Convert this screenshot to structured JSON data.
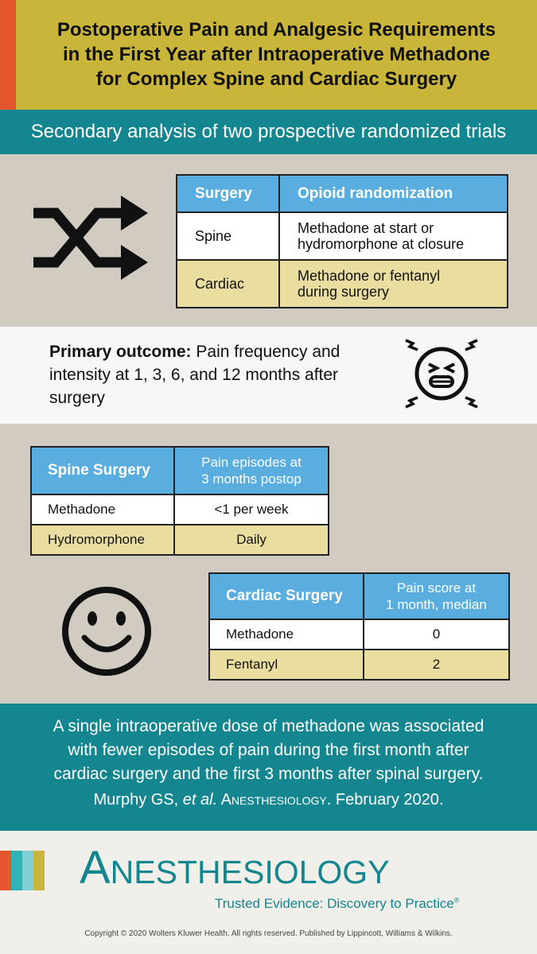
{
  "title": {
    "lines": [
      "Postoperative Pain and Analgesic Requirements",
      "in the First Year after Intraoperative Methadone",
      "for Complex Spine and Cardiac Surgery"
    ]
  },
  "subtitle": "Secondary analysis of two prospective randomized trials",
  "randomization_table": {
    "headers": [
      "Surgery",
      "Opioid randomization"
    ],
    "rows": [
      [
        "Spine",
        "Methadone at start or",
        "hydromorphone at closure"
      ],
      [
        "Cardiac",
        "Methadone or fentanyl",
        "during surgery"
      ]
    ]
  },
  "primary_outcome": {
    "label": "Primary outcome:",
    "text": " Pain frequency and intensity at 1, 3, 6, and 12 months after surgery"
  },
  "spine_table": {
    "headers": [
      "Spine Surgery",
      "Pain episodes at",
      "3 months postop"
    ],
    "rows": [
      [
        "Methadone",
        "<1 per week"
      ],
      [
        "Hydromorphone",
        "Daily"
      ]
    ]
  },
  "cardiac_table": {
    "headers": [
      "Cardiac Surgery",
      "Pain score at",
      "1 month, median"
    ],
    "rows": [
      [
        "Methadone",
        "0"
      ],
      [
        "Fentanyl",
        "2"
      ]
    ]
  },
  "conclusion": {
    "lines": [
      "A single intraoperative dose of methadone was associated",
      "with fewer episodes of pain during the first month after",
      "cardiac surgery and the first 3 months after spinal surgery."
    ]
  },
  "citation": {
    "authors": "Murphy GS, ",
    "etal": "et al.",
    "journal": " Anesthesiology",
    "date": ". February 2020."
  },
  "footer": {
    "logo": "Anesthesiology",
    "tagline": "Trusted Evidence: Discovery to Practice",
    "registered": "®",
    "copyright": "Copyright © 2020 Wolters Kluwer Health. All rights reserved. Published by Lippincott, Williams & Wilkins."
  },
  "colors": {
    "title_band": "#c8b53a",
    "accent_orange": "#e4572e",
    "teal": "#14868f",
    "header_blue": "#5aaedf",
    "row_tan": "#e9dea0",
    "background": "#d2cbc1"
  },
  "icons": [
    "shuffle-icon",
    "pain-face-icon",
    "smiley-icon"
  ]
}
